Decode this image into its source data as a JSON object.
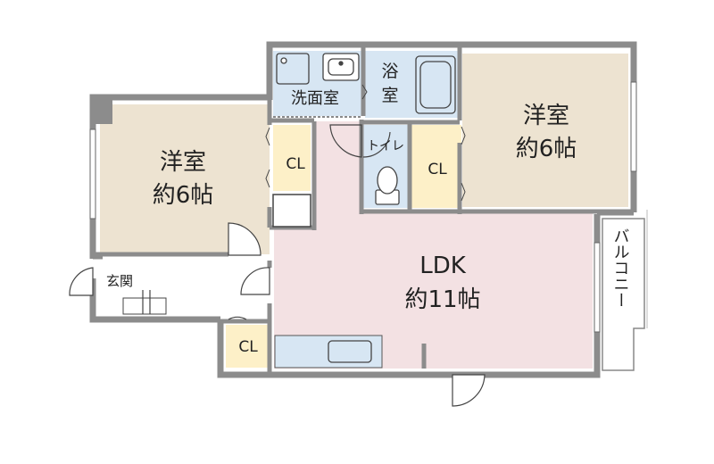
{
  "rooms": {
    "western_left": {
      "name": "洋室",
      "size": "約6帖"
    },
    "western_right": {
      "name": "洋室",
      "size": "約6帖"
    },
    "ldk": {
      "name": "LDK",
      "size": "約11帖"
    },
    "washroom": {
      "name": "洗面室"
    },
    "bath": {
      "name": "浴室"
    },
    "toilet": {
      "name": "トイレ"
    },
    "entrance": {
      "name": "玄関"
    },
    "balcony": {
      "name": "バルコニー"
    },
    "closet_left": {
      "name": "CL"
    },
    "closet_toilet": {
      "name": "CL"
    },
    "closet_entrance": {
      "name": "CL"
    }
  },
  "colors": {
    "wall": "#8c8c8c",
    "western_room": "#ede3d1",
    "ldk": "#f3e1e3",
    "wet_area": "#d7e6f3",
    "closet": "#fdf0c8",
    "line": "#444444"
  }
}
